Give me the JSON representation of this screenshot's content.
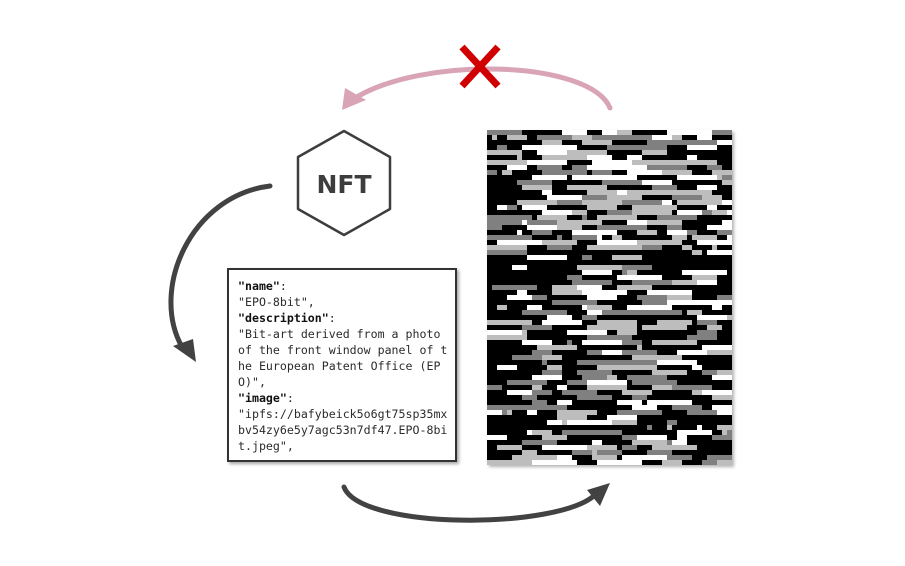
{
  "nft_label": "NFT",
  "metadata": {
    "name_key": "\"name\"",
    "name_value": "\"EPO-8bit\",",
    "description_key": "\"description\"",
    "description_value": "\"Bit-art derived from a photo of the front window panel of the European Patent Office (EPO)\",",
    "image_key": "\"image\"",
    "image_value": "\"ipfs://bafybeick5o6gt75sp35mxbv54zy6e5y7agc53n7df47.EPO-8bit.jpeg\",",
    "colon": ":"
  },
  "icons": {
    "hexagon": "hexagon-icon",
    "blocked_link": "cross-icon"
  },
  "colors": {
    "arrow_dark": "#424242",
    "arrow_broken": "#d8a4b6",
    "cross": "#d00000",
    "pixel_light": "#ffffff",
    "pixel_mid": "#bdbdbd",
    "pixel_dark": "#808080",
    "pixel_bg": "#000000"
  }
}
